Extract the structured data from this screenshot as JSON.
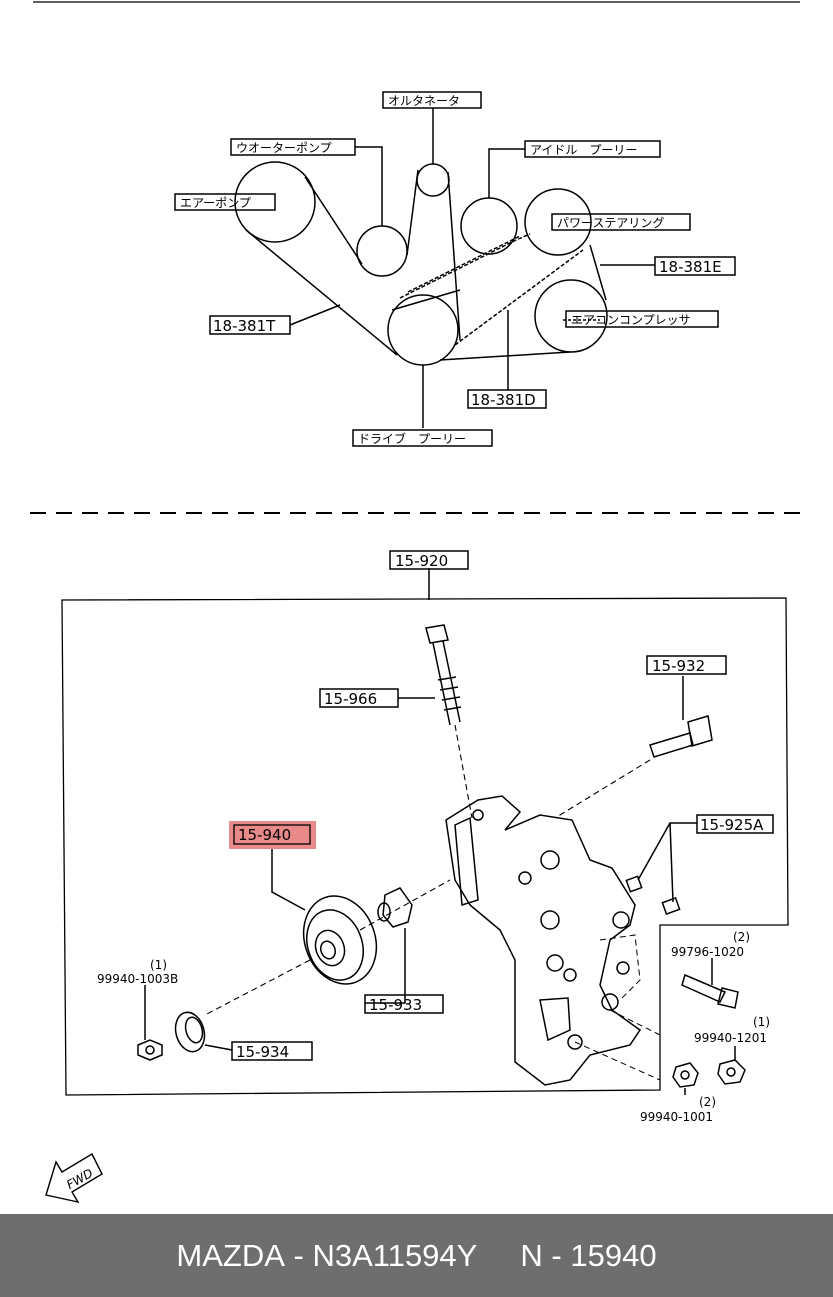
{
  "belt_diagram": {
    "labels": {
      "alternator": "オルタネータ",
      "water_pump": "ウオーターポンプ",
      "idle_pulley": "アイドル　プーリー",
      "air_pump": "エアーポンプ",
      "power_steering": "パワーステアリング",
      "ac_compressor": "エアコンコンプレッサ",
      "drive_pulley": "ドライブ　プーリー"
    },
    "part_codes": {
      "belt_t": "18-381T",
      "belt_e": "18-381E",
      "belt_d": "18-381D"
    }
  },
  "assembly": {
    "parts": {
      "tensioner_assembly": "15-920",
      "bolt_long": "15-966",
      "bolt_932": "15-932",
      "pulley_highlighted": "15-940",
      "bushing_925a": "15-925A",
      "spacer_933": "15-933",
      "washer_934": "15-934"
    },
    "hardware": [
      {
        "qty": "(1)",
        "code": "99940-1003B"
      },
      {
        "qty": "(2)",
        "code": "99796-1020"
      },
      {
        "qty": "(1)",
        "code": "99940-1201"
      },
      {
        "qty": "(2)",
        "code": "99940-1001"
      }
    ],
    "fwd_label": "FWD",
    "highlight_color": "#e88a8a"
  },
  "footer": {
    "brand": "MAZDA",
    "sep1": " - ",
    "part_number": "N3A11594Y",
    "gap": "     ",
    "ref_prefix": "N",
    "sep2": " - ",
    "ref_number": "15940"
  }
}
